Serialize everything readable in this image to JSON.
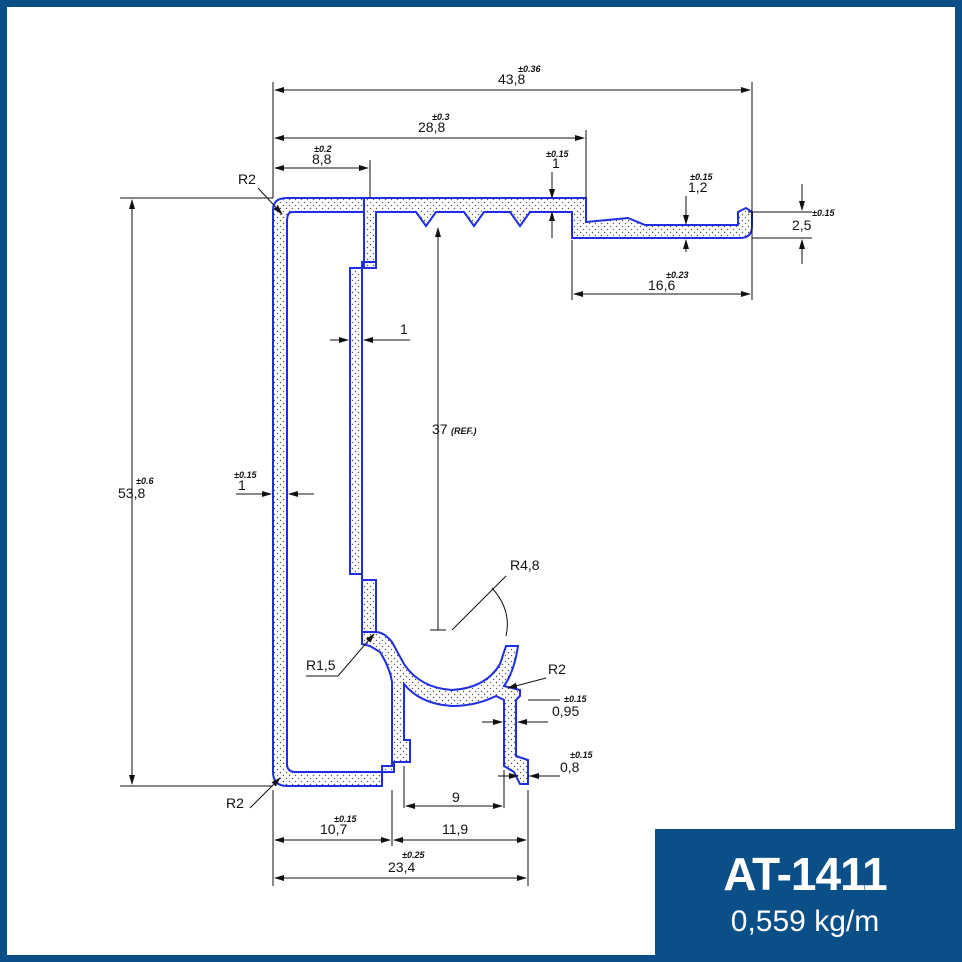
{
  "product": {
    "code": "AT-1411",
    "weight": "0,559 kg/m"
  },
  "colors": {
    "frame": "#0a4f87",
    "profile_outline": "#1f2ee0",
    "dimension_line": "#111111"
  },
  "dimensions": {
    "overall_width": {
      "value": "43,8",
      "tol": "±0.36"
    },
    "top_flange_width": {
      "value": "28,8",
      "tol": "±0.3"
    },
    "inner_top_width": {
      "value": "8,8",
      "tol": "±0.2"
    },
    "top_step": {
      "value": "1",
      "tol": "±0.15"
    },
    "lip_thickness": {
      "value": "1,2",
      "tol": "±0.15"
    },
    "lip_height": {
      "value": "2,5",
      "tol": "±0.15"
    },
    "lip_width": {
      "value": "16,6",
      "tol": "±0.23"
    },
    "inner_wall": {
      "value": "1"
    },
    "reference_height": {
      "value": "37",
      "note": "(REF.)"
    },
    "overall_height": {
      "value": "53,8",
      "tol": "±0.6"
    },
    "outer_wall": {
      "value": "1",
      "tol": "±0.15"
    },
    "radius_channel": {
      "value": "R4,8"
    },
    "radius_inner": {
      "value": "R1,5"
    },
    "radius_corner_top": {
      "value": "R2"
    },
    "radius_corner_bottom": {
      "value": "R2"
    },
    "radius_hook": {
      "value": "R2"
    },
    "hook_wall": {
      "value": "0,95",
      "tol": "±0.15"
    },
    "hook_foot": {
      "value": "0,8",
      "tol": "±0.15"
    },
    "channel_gap": {
      "value": "9"
    },
    "bottom_left": {
      "value": "10,7",
      "tol": "±0.15"
    },
    "bottom_right": {
      "value": "11,9"
    },
    "bottom_total": {
      "value": "23,4",
      "tol": "±0.25"
    }
  }
}
